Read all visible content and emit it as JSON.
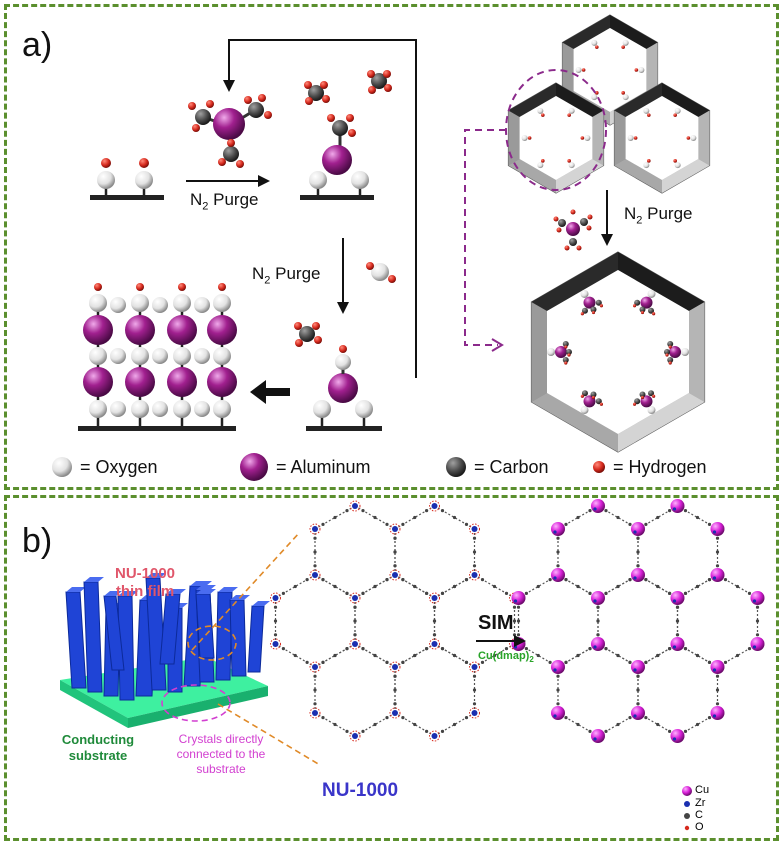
{
  "panel_a": {
    "letter": "a)",
    "purge_label": "N",
    "purge_sub": "2",
    "purge_suffix": " Purge",
    "legend": [
      {
        "label": "= Oxygen"
      },
      {
        "label": "= Aluminum"
      },
      {
        "label": "= Carbon"
      },
      {
        "label": "= Hydrogen"
      }
    ]
  },
  "panel_b": {
    "letter": "b)",
    "film_title_1": "NU-1000",
    "film_title_2": "thin film",
    "substrate_1": "Conducting",
    "substrate_2": "substrate",
    "crystals_1": "Crystals directly",
    "crystals_2": "connected to the",
    "crystals_3": "substrate",
    "mof_label": "NU-1000",
    "sim_label": "SIM",
    "reagent_label": "Cu(dmap)",
    "reagent_sub": "2",
    "legend": [
      {
        "label": "Cu"
      },
      {
        "label": "Zr"
      },
      {
        "label": "C"
      },
      {
        "label": "O"
      }
    ]
  },
  "colors": {
    "border": "#5b8f2e",
    "aluminum": "#9b1e8c",
    "oxygen": "#e6e6e6",
    "carbon": "#555555",
    "hydrogen": "#d62a1e",
    "film": "#1f44d6",
    "substrate": "#3ef0a0",
    "nu_title": "#e0566a",
    "mof_label": "#3a35c9",
    "reagent": "#29a329",
    "crystals": "#d23fd0",
    "cu": "#d81fd8",
    "zr": "#1a2fb0"
  }
}
